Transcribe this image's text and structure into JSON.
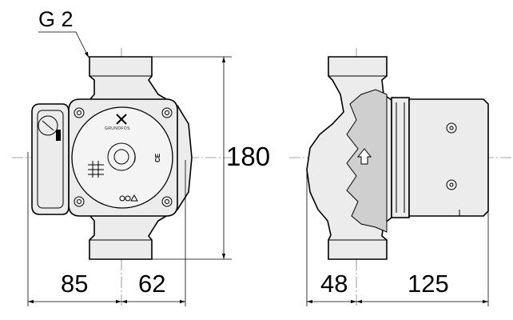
{
  "labels": {
    "thread": "G 2",
    "height": "180",
    "front_left_width": "85",
    "front_right_width": "62",
    "side_left_width": "48",
    "side_right_width": "125",
    "brand": "GRUNDFOS",
    "ce_mark": "CE"
  }
}
